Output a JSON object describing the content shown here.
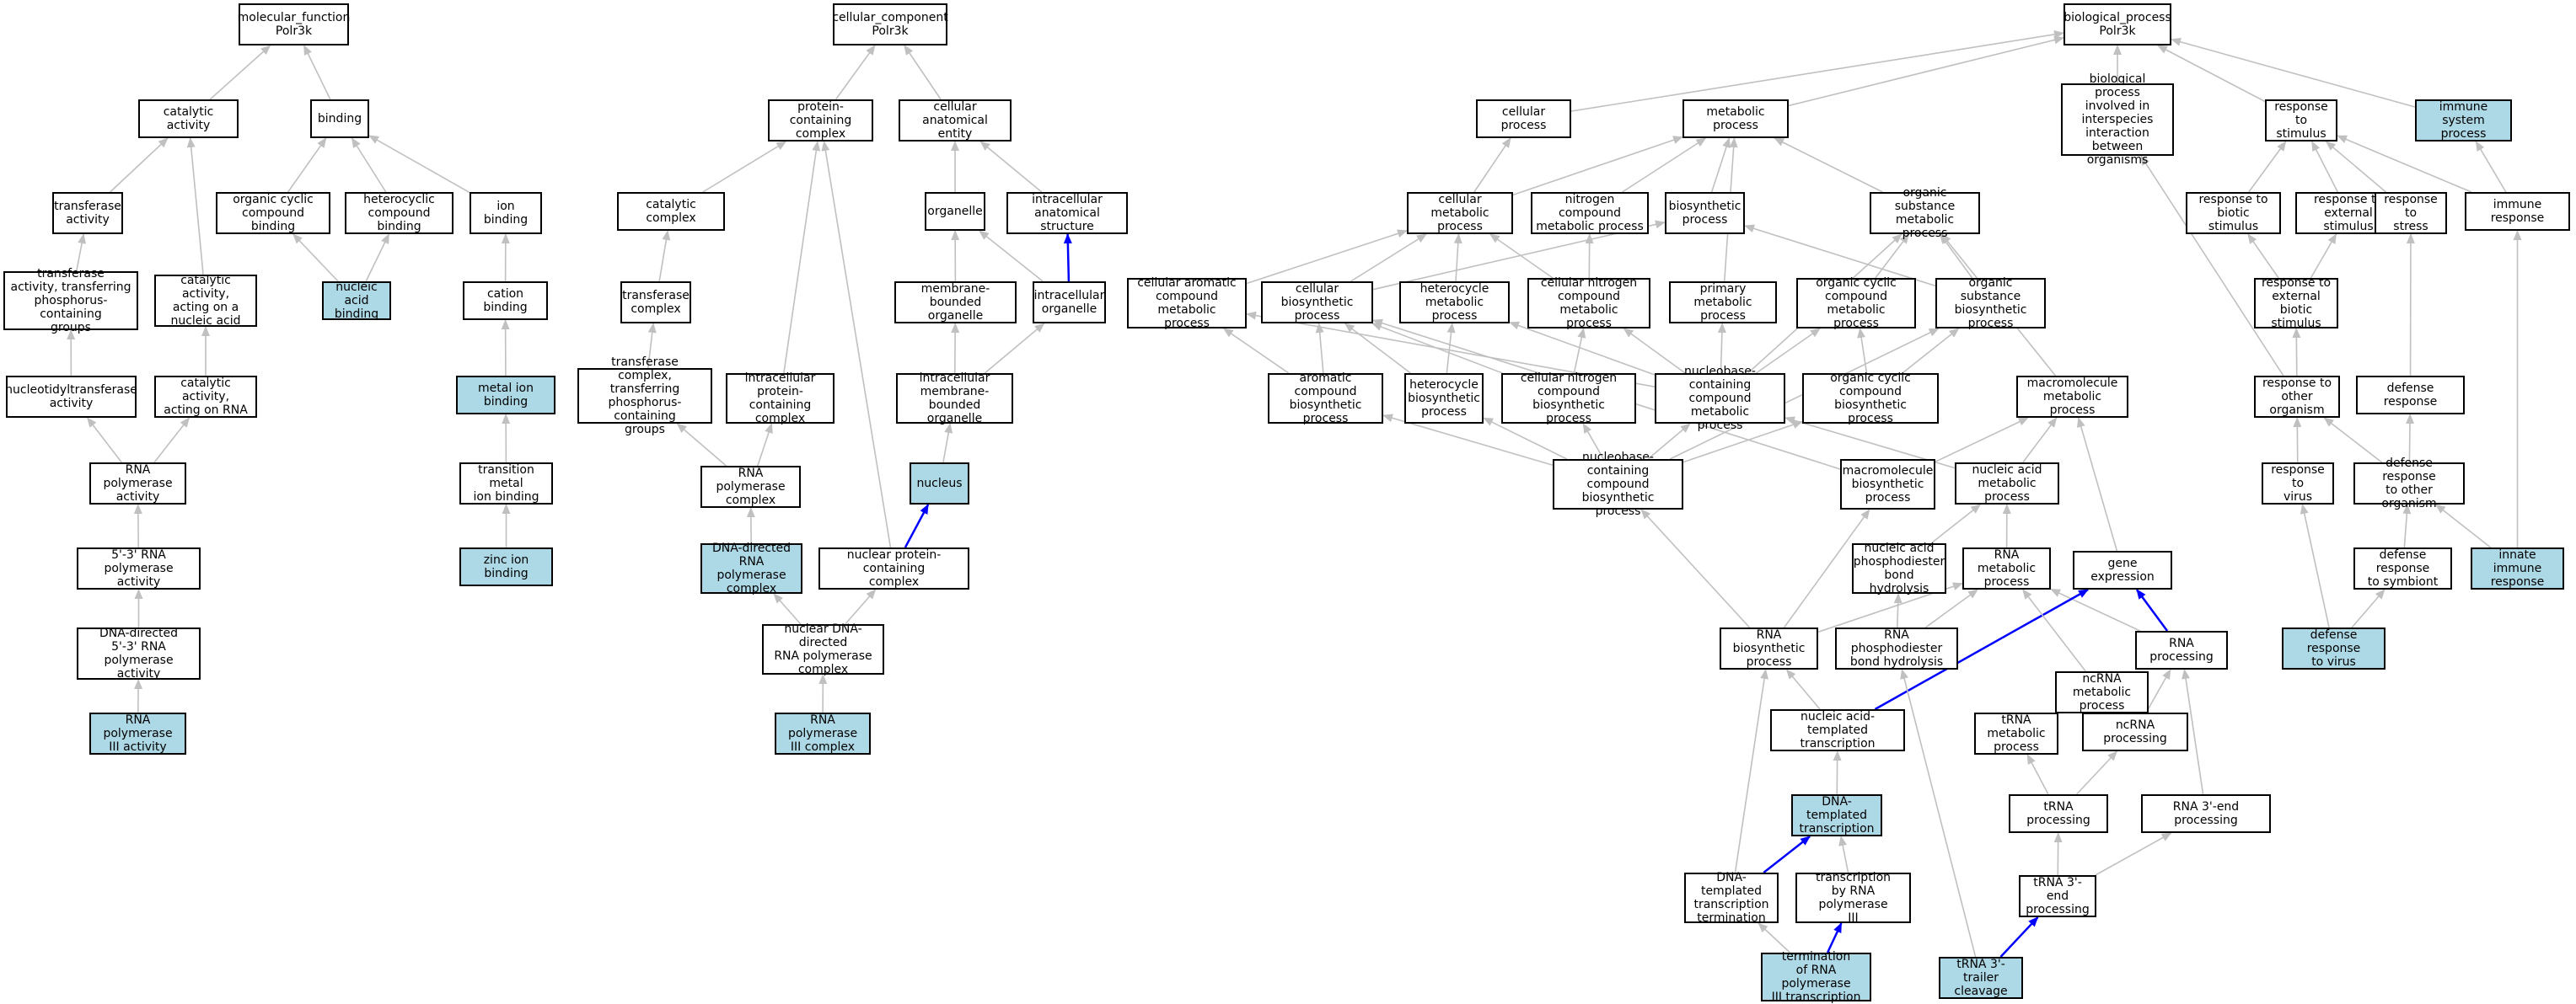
{
  "colors": {
    "highlight_fill": "#add8e6",
    "node_fill": "#ffffff",
    "node_border": "#000000",
    "edge_default": "#c0c0c0",
    "edge_emphasis": "#0000ff"
  },
  "nodes": {
    "mf": {
      "label": "molecular_function\nPolr3k",
      "highlighted": false
    },
    "catalytic": {
      "label": "catalytic activity",
      "highlighted": false
    },
    "binding": {
      "label": "binding",
      "highlighted": false
    },
    "transferase": {
      "label": "transferase\nactivity",
      "highlighted": false
    },
    "occb": {
      "label": "organic cyclic\ncompound binding",
      "highlighted": false
    },
    "hcb": {
      "label": "heterocyclic\ncompound binding",
      "highlighted": false
    },
    "ionb": {
      "label": "ion binding",
      "highlighted": false
    },
    "ttpg": {
      "label": "transferase\nactivity, transferring\nphosphorus-containing\ngroups",
      "highlighted": false
    },
    "catna": {
      "label": "catalytic activity,\nacting on a\nnucleic acid",
      "highlighted": false
    },
    "nab": {
      "label": "nucleic acid\nbinding",
      "highlighted": true
    },
    "cationb": {
      "label": "cation binding",
      "highlighted": false
    },
    "ntt": {
      "label": "nucleotidyltransferase\nactivity",
      "highlighted": false
    },
    "catrna": {
      "label": "catalytic activity,\nacting on RNA",
      "highlighted": false
    },
    "mib": {
      "label": "metal ion binding",
      "highlighted": true
    },
    "rnapa": {
      "label": "RNA polymerase\nactivity",
      "highlighted": false
    },
    "tmib": {
      "label": "transition metal\nion binding",
      "highlighted": false
    },
    "r53": {
      "label": "5'-3' RNA polymerase\nactivity",
      "highlighted": false
    },
    "znb": {
      "label": "zinc ion binding",
      "highlighted": true
    },
    "dd53": {
      "label": "DNA-directed\n5'-3' RNA polymerase\nactivity",
      "highlighted": false
    },
    "rp3a": {
      "label": "RNA polymerase\nIII activity",
      "highlighted": true
    },
    "cc": {
      "label": "cellular_component\nPolr3k",
      "highlighted": false
    },
    "pcc": {
      "label": "protein-containing\ncomplex",
      "highlighted": false
    },
    "cae": {
      "label": "cellular anatomical\nentity",
      "highlighted": false
    },
    "catc": {
      "label": "catalytic complex",
      "highlighted": false
    },
    "organelle": {
      "label": "organelle",
      "highlighted": false
    },
    "ias": {
      "label": "intracellular\nanatomical structure",
      "highlighted": false
    },
    "tc": {
      "label": "transferase\ncomplex",
      "highlighted": false
    },
    "mbo": {
      "label": "membrane-bounded\norganelle",
      "highlighted": false
    },
    "io": {
      "label": "intracellular\norganelle",
      "highlighted": false
    },
    "tctpg": {
      "label": "transferase\ncomplex, transferring\nphosphorus-containing\ngroups",
      "highlighted": false
    },
    "ipcc": {
      "label": "intracellular\nprotein-containing\ncomplex",
      "highlighted": false
    },
    "imbo": {
      "label": "intracellular\nmembrane-bounded\norganelle",
      "highlighted": false
    },
    "rnapc": {
      "label": "RNA polymerase\ncomplex",
      "highlighted": false
    },
    "nucleus": {
      "label": "nucleus",
      "highlighted": true
    },
    "ddrnapc": {
      "label": "DNA-directed\nRNA polymerase\ncomplex",
      "highlighted": true
    },
    "npcc": {
      "label": "nuclear protein-containing\ncomplex",
      "highlighted": false
    },
    "nddrpc": {
      "label": "nuclear DNA-directed\nRNA polymerase\ncomplex",
      "highlighted": false
    },
    "rp3c": {
      "label": "RNA polymerase\nIII complex",
      "highlighted": true
    },
    "bp": {
      "label": "biological_process\nPolr3k",
      "highlighted": false
    },
    "cp": {
      "label": "cellular process",
      "highlighted": false
    },
    "mp": {
      "label": "metabolic process",
      "highlighted": false
    },
    "bpii": {
      "label": "biological process\ninvolved in\ninterspecies\ninteraction\nbetween organisms",
      "highlighted": false
    },
    "rts": {
      "label": "response to\nstimulus",
      "highlighted": false
    },
    "isp": {
      "label": "immune system\nprocess",
      "highlighted": true
    },
    "cmp": {
      "label": "cellular metabolic\nprocess",
      "highlighted": false
    },
    "ncmp": {
      "label": "nitrogen compound\nmetabolic process",
      "highlighted": false
    },
    "bsp": {
      "label": "biosynthetic\nprocess",
      "highlighted": false
    },
    "osmp": {
      "label": "organic substance\nmetabolic process",
      "highlighted": false
    },
    "rtbs": {
      "label": "response to\nbiotic stimulus",
      "highlighted": false
    },
    "rtes": {
      "label": "response to\nexternal stimulus",
      "highlighted": false
    },
    "rtstress": {
      "label": "response to\nstress",
      "highlighted": false
    },
    "ir": {
      "label": "immune response",
      "highlighted": false
    },
    "cacmp": {
      "label": "cellular aromatic\ncompound metabolic\nprocess",
      "highlighted": false
    },
    "cbp": {
      "label": "cellular biosynthetic\nprocess",
      "highlighted": false
    },
    "hmp": {
      "label": "heterocycle\nmetabolic process",
      "highlighted": false
    },
    "cncmp": {
      "label": "cellular nitrogen\ncompound metabolic\nprocess",
      "highlighted": false
    },
    "pmp": {
      "label": "primary metabolic\nprocess",
      "highlighted": false
    },
    "occmp": {
      "label": "organic cyclic\ncompound metabolic\nprocess",
      "highlighted": false
    },
    "osbp": {
      "label": "organic substance\nbiosynthetic\nprocess",
      "highlighted": false
    },
    "rtebs": {
      "label": "response to\nexternal biotic\nstimulus",
      "highlighted": false
    },
    "acbp": {
      "label": "aromatic compound\nbiosynthetic\nprocess",
      "highlighted": false
    },
    "hbp": {
      "label": "heterocycle\nbiosynthetic\nprocess",
      "highlighted": false
    },
    "cncbp": {
      "label": "cellular nitrogen\ncompound biosynthetic\nprocess",
      "highlighted": false
    },
    "nbcmp": {
      "label": "nucleobase-containing\ncompound metabolic\nprocess",
      "highlighted": false
    },
    "occbp": {
      "label": "organic cyclic\ncompound biosynthetic\nprocess",
      "highlighted": false
    },
    "mmp": {
      "label": "macromolecule\nmetabolic process",
      "highlighted": false
    },
    "rtoo": {
      "label": "response to\nother organism",
      "highlighted": false
    },
    "dr": {
      "label": "defense response",
      "highlighted": false
    },
    "nbcbp": {
      "label": "nucleobase-containing\ncompound biosynthetic\nprocess",
      "highlighted": false
    },
    "mbp": {
      "label": "macromolecule\nbiosynthetic\nprocess",
      "highlighted": false
    },
    "namp": {
      "label": "nucleic acid\nmetabolic process",
      "highlighted": false
    },
    "rtv": {
      "label": "response to\nvirus",
      "highlighted": false
    },
    "drtoo": {
      "label": "defense response\nto other organism",
      "highlighted": false
    },
    "napbh": {
      "label": "nucleic acid\nphosphodiester\nbond hydrolysis",
      "highlighted": false
    },
    "rmp": {
      "label": "RNA metabolic\nprocess",
      "highlighted": false
    },
    "ge": {
      "label": "gene expression",
      "highlighted": false
    },
    "drts": {
      "label": "defense response\nto symbiont",
      "highlighted": false
    },
    "iir": {
      "label": "innate immune\nresponse",
      "highlighted": true
    },
    "rbp": {
      "label": "RNA biosynthetic\nprocess",
      "highlighted": false
    },
    "rpbh": {
      "label": "RNA phosphodiester\nbond hydrolysis",
      "highlighted": false
    },
    "rnap": {
      "label": "RNA processing",
      "highlighted": false
    },
    "drtv": {
      "label": "defense response\nto virus",
      "highlighted": true
    },
    "natt": {
      "label": "nucleic acid-templated\ntranscription",
      "highlighted": false
    },
    "ncrmp": {
      "label": "ncRNA metabolic\nprocess",
      "highlighted": false
    },
    "trmp": {
      "label": "tRNA metabolic\nprocess",
      "highlighted": false
    },
    "ncrp": {
      "label": "ncRNA processing",
      "highlighted": false
    },
    "dtt": {
      "label": "DNA-templated\ntranscription",
      "highlighted": true
    },
    "trp": {
      "label": "tRNA processing",
      "highlighted": false
    },
    "r3ep": {
      "label": "RNA 3'-end processing",
      "highlighted": false
    },
    "dttt": {
      "label": "DNA-templated\ntranscription\ntermination",
      "highlighted": false
    },
    "tbrp3": {
      "label": "transcription\nby RNA polymerase\nIII",
      "highlighted": false
    },
    "tr3ep": {
      "label": "tRNA 3'-end\nprocessing",
      "highlighted": false
    },
    "trp3t": {
      "label": "termination\nof RNA polymerase\nIII transcription",
      "highlighted": true
    },
    "tr3tc": {
      "label": "tRNA 3'-trailer\ncleavage",
      "highlighted": true
    }
  },
  "edges": [
    [
      "catalytic",
      "mf",
      false
    ],
    [
      "binding",
      "mf",
      false
    ],
    [
      "transferase",
      "catalytic",
      false
    ],
    [
      "catna",
      "catalytic",
      false
    ],
    [
      "occb",
      "binding",
      false
    ],
    [
      "hcb",
      "binding",
      false
    ],
    [
      "ionb",
      "binding",
      false
    ],
    [
      "ttpg",
      "transferase",
      false
    ],
    [
      "ntt",
      "ttpg",
      false
    ],
    [
      "catrna",
      "catna",
      false
    ],
    [
      "nab",
      "occb",
      false
    ],
    [
      "nab",
      "hcb",
      false
    ],
    [
      "cationb",
      "ionb",
      false
    ],
    [
      "mib",
      "cationb",
      false
    ],
    [
      "tmib",
      "mib",
      false
    ],
    [
      "znb",
      "tmib",
      false
    ],
    [
      "rnapa",
      "ntt",
      false
    ],
    [
      "rnapa",
      "catrna",
      false
    ],
    [
      "r53",
      "rnapa",
      false
    ],
    [
      "dd53",
      "r53",
      false
    ],
    [
      "rp3a",
      "dd53",
      false
    ],
    [
      "pcc",
      "cc",
      false
    ],
    [
      "cae",
      "cc",
      false
    ],
    [
      "catc",
      "pcc",
      false
    ],
    [
      "ipcc",
      "pcc",
      false
    ],
    [
      "npcc",
      "pcc",
      false
    ],
    [
      "organelle",
      "cae",
      false
    ],
    [
      "ias",
      "cae",
      false
    ],
    [
      "tc",
      "catc",
      false
    ],
    [
      "tctpg",
      "tc",
      false
    ],
    [
      "mbo",
      "organelle",
      false
    ],
    [
      "io",
      "organelle",
      false
    ],
    [
      "io",
      "ias",
      true
    ],
    [
      "imbo",
      "mbo",
      false
    ],
    [
      "imbo",
      "io",
      false
    ],
    [
      "nucleus",
      "imbo",
      false
    ],
    [
      "rnapc",
      "tctpg",
      false
    ],
    [
      "rnapc",
      "ipcc",
      false
    ],
    [
      "ddrnapc",
      "rnapc",
      false
    ],
    [
      "npcc",
      "nucleus",
      true
    ],
    [
      "nddrpc",
      "ddrnapc",
      false
    ],
    [
      "nddrpc",
      "npcc",
      false
    ],
    [
      "rp3c",
      "nddrpc",
      false
    ],
    [
      "cp",
      "bp",
      false
    ],
    [
      "mp",
      "bp",
      false
    ],
    [
      "bpii",
      "bp",
      false
    ],
    [
      "rts",
      "bp",
      false
    ],
    [
      "isp",
      "bp",
      false
    ],
    [
      "cmp",
      "cp",
      false
    ],
    [
      "cmp",
      "mp",
      false
    ],
    [
      "ncmp",
      "mp",
      false
    ],
    [
      "bsp",
      "mp",
      false
    ],
    [
      "osmp",
      "mp",
      false
    ],
    [
      "pmp",
      "mp",
      false
    ],
    [
      "rtbs",
      "rts",
      false
    ],
    [
      "rtes",
      "rts",
      false
    ],
    [
      "rtstress",
      "rts",
      false
    ],
    [
      "ir",
      "rts",
      false
    ],
    [
      "ir",
      "isp",
      false
    ],
    [
      "cacmp",
      "cmp",
      false
    ],
    [
      "cbp",
      "cmp",
      false
    ],
    [
      "cbp",
      "bsp",
      false
    ],
    [
      "hmp",
      "cmp",
      false
    ],
    [
      "cncmp",
      "cmp",
      false
    ],
    [
      "cncmp",
      "ncmp",
      false
    ],
    [
      "occmp",
      "osmp",
      false
    ],
    [
      "osbp",
      "osmp",
      false
    ],
    [
      "osbp",
      "bsp",
      false
    ],
    [
      "mmp",
      "osmp",
      false
    ],
    [
      "rtebs",
      "rtbs",
      false
    ],
    [
      "rtebs",
      "rtes",
      false
    ],
    [
      "acbp",
      "cacmp",
      false
    ],
    [
      "acbp",
      "cbp",
      false
    ],
    [
      "hbp",
      "hmp",
      false
    ],
    [
      "hbp",
      "cbp",
      false
    ],
    [
      "cncbp",
      "cncmp",
      false
    ],
    [
      "cncbp",
      "cbp",
      false
    ],
    [
      "nbcmp",
      "cacmp",
      false
    ],
    [
      "nbcmp",
      "hmp",
      false
    ],
    [
      "nbcmp",
      "cncmp",
      false
    ],
    [
      "nbcmp",
      "pmp",
      false
    ],
    [
      "nbcmp",
      "occmp",
      false
    ],
    [
      "nbcmp",
      "osmp",
      false
    ],
    [
      "occbp",
      "occmp",
      false
    ],
    [
      "occbp",
      "osbp",
      false
    ],
    [
      "rtoo",
      "rtebs",
      false
    ],
    [
      "rtoo",
      "bpii",
      false
    ],
    [
      "dr",
      "rtstress",
      false
    ],
    [
      "nbcbp",
      "acbp",
      false
    ],
    [
      "nbcbp",
      "hbp",
      false
    ],
    [
      "nbcbp",
      "cncbp",
      false
    ],
    [
      "nbcbp",
      "nbcmp",
      false
    ],
    [
      "nbcbp",
      "occbp",
      false
    ],
    [
      "nbcbp",
      "osbp",
      false
    ],
    [
      "mbp",
      "mmp",
      false
    ],
    [
      "mbp",
      "cbp",
      false
    ],
    [
      "namp",
      "nbcmp",
      false
    ],
    [
      "namp",
      "mmp",
      false
    ],
    [
      "rtv",
      "rtoo",
      false
    ],
    [
      "drtoo",
      "rtoo",
      false
    ],
    [
      "drtoo",
      "dr",
      false
    ],
    [
      "napbh",
      "namp",
      false
    ],
    [
      "rmp",
      "namp",
      false
    ],
    [
      "ge",
      "mmp",
      false
    ],
    [
      "drts",
      "drtoo",
      false
    ],
    [
      "iir",
      "ir",
      false
    ],
    [
      "iir",
      "drtoo",
      false
    ],
    [
      "rbp",
      "nbcbp",
      false
    ],
    [
      "rbp",
      "mbp",
      false
    ],
    [
      "rbp",
      "rmp",
      false
    ],
    [
      "rpbh",
      "napbh",
      false
    ],
    [
      "rpbh",
      "rmp",
      false
    ],
    [
      "rnap",
      "rmp",
      false
    ],
    [
      "rnap",
      "ge",
      true
    ],
    [
      "drtv",
      "rtv",
      false
    ],
    [
      "drtv",
      "drts",
      false
    ],
    [
      "natt",
      "rbp",
      false
    ],
    [
      "natt",
      "ge",
      true
    ],
    [
      "ncrmp",
      "rmp",
      false
    ],
    [
      "trmp",
      "ncrmp",
      false
    ],
    [
      "ncrp",
      "rnap",
      false
    ],
    [
      "ncrp",
      "ncrmp",
      false
    ],
    [
      "dtt",
      "natt",
      false
    ],
    [
      "trp",
      "trmp",
      false
    ],
    [
      "trp",
      "ncrp",
      false
    ],
    [
      "r3ep",
      "rnap",
      false
    ],
    [
      "dttt",
      "dtt",
      true
    ],
    [
      "dttt",
      "rbp",
      false
    ],
    [
      "tbrp3",
      "dtt",
      false
    ],
    [
      "tr3ep",
      "trp",
      false
    ],
    [
      "tr3ep",
      "r3ep",
      false
    ],
    [
      "trp3t",
      "dttt",
      false
    ],
    [
      "trp3t",
      "tbrp3",
      true
    ],
    [
      "tr3tc",
      "tr3ep",
      true
    ],
    [
      "tr3tc",
      "rpbh",
      false
    ]
  ]
}
